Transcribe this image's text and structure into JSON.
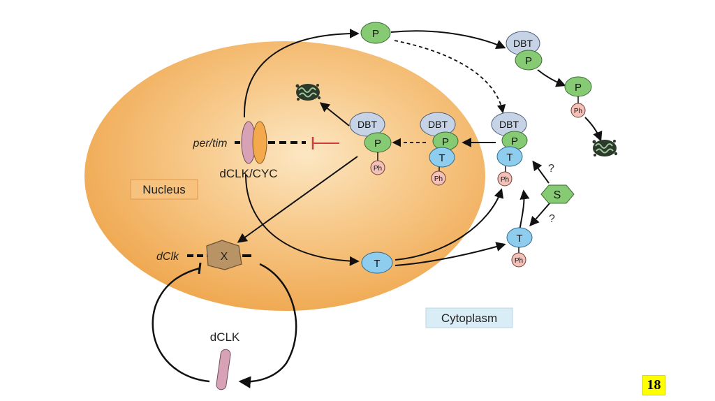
{
  "diagram": {
    "labels": {
      "nucleus": "Nucleus",
      "cytoplasm": "Cytoplasm",
      "per_tim": "per/tim",
      "dclk_cyc": "dCLK/CYC",
      "dclk_gene": "dClk",
      "dclk_protein": "dCLK",
      "x": "X",
      "s": "S",
      "question": "?"
    },
    "proteins": {
      "p": "P",
      "t": "T",
      "dbt": "DBT",
      "ph": "Ph"
    },
    "colors": {
      "nucleus_fill": "#f2b35c",
      "p_fill": "#86cb73",
      "t_fill": "#8fcdee",
      "dbt_fill": "#c6d3e6",
      "ph_fill": "#f3c1b7",
      "s_fill": "#86cb73",
      "x_fill": "#b89366",
      "dclk_fill": "#d7a2b5",
      "inhibit_red": "#d33a3a"
    },
    "icons": [
      "degradation-icon"
    ]
  },
  "slide": {
    "number": "18"
  }
}
